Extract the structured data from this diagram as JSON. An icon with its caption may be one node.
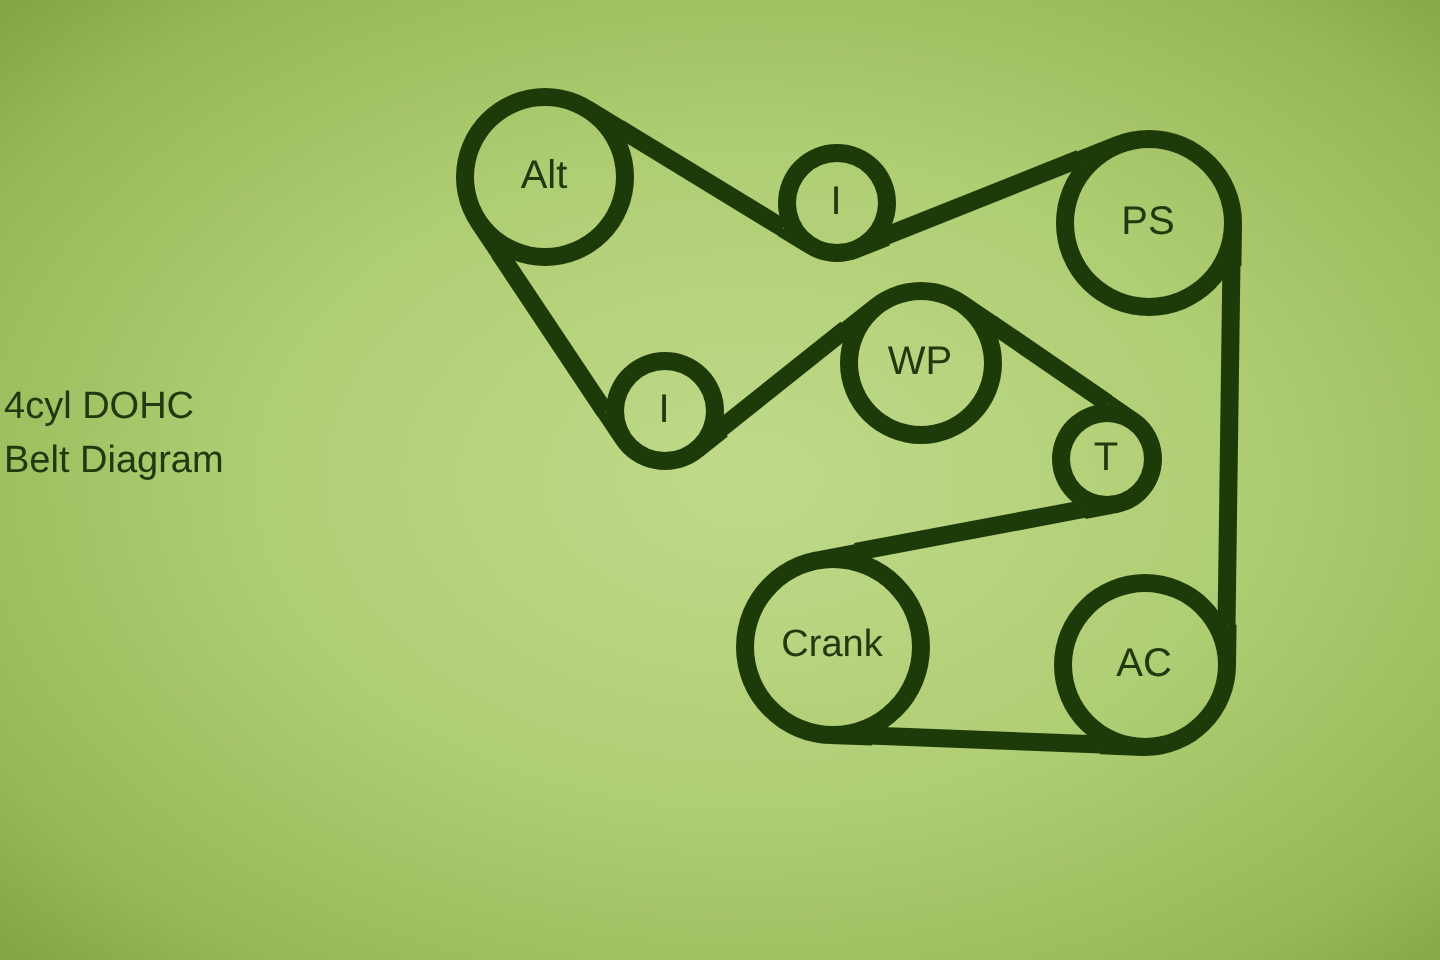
{
  "diagram": {
    "title": "4cyl DOHC Belt Diagram",
    "nodes": [
      {
        "text": [
          "Alt"
        ]
      },
      {
        "text": [
          "I"
        ]
      },
      {
        "text": [
          "PS"
        ]
      },
      {
        "text": [
          "I"
        ]
      },
      {
        "text": [
          "WP"
        ]
      },
      {
        "text": [
          "T"
        ]
      },
      {
        "text": [
          "Crank"
        ]
      },
      {
        "text": [
          "AC"
        ]
      }
    ],
    "edges": [
      {
        "from": 0,
        "to": 1,
        "arrow": "none"
      },
      {
        "from": 1,
        "to": 2,
        "arrow": "none"
      },
      {
        "from": 2,
        "to": 7,
        "arrow": "none"
      },
      {
        "from": 7,
        "to": 6,
        "arrow": "none"
      },
      {
        "from": 6,
        "to": 5,
        "arrow": "none"
      },
      {
        "from": 5,
        "to": 4,
        "arrow": "none"
      },
      {
        "from": 4,
        "to": 3,
        "arrow": "none"
      },
      {
        "from": 3,
        "to": 0,
        "arrow": "none"
      }
    ]
  }
}
